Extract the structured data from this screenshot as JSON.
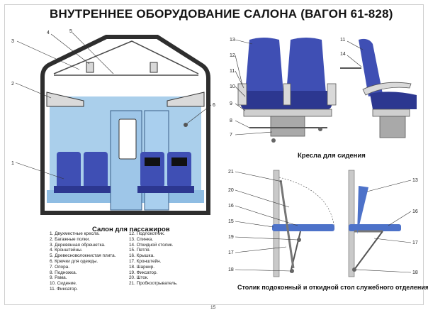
{
  "title": "ВНУТРЕННЕЕ ОБОРУДОВАНИЕ САЛОНА (ВАГОН 61-828)",
  "sections": {
    "salon_caption": "Салон для пассажиров",
    "seats_caption": "Кресла для сидения",
    "tables_caption": "Столик подоконный и откидной стол служебного отделения"
  },
  "legend": {
    "col1": [
      "1. Двухместные кресла.",
      "2. Багажные полки.",
      "3. Деревянная обрешетка.",
      "4. Кронштейны.",
      "5. Древесноволокнистая плита.",
      "6. Крючки для одежды.",
      "7. Опора.",
      "8. Подножка.",
      "9. Рама.",
      "10. Сидение.",
      "11. Фиксатор."
    ],
    "col2": [
      "12. Подлокотник.",
      "13. Спинка.",
      "14. Откидной столик.",
      "15. Петля.",
      "16. Крышка.",
      "17. Кронштейн.",
      "18. Шарнир.",
      "19. Фиксатор.",
      "20. Шток.",
      "21. Пробкоотрыватель."
    ]
  },
  "callouts": {
    "salon": [
      "1",
      "2",
      "3",
      "4",
      "5",
      "6"
    ],
    "seat_front": [
      "13",
      "12",
      "11",
      "10",
      "9",
      "8",
      "7"
    ],
    "seat_side": [
      "11",
      "14"
    ],
    "table_left": [
      "21",
      "20",
      "16",
      "15",
      "19",
      "17",
      "18"
    ],
    "table_right": [
      "13",
      "16",
      "17",
      "18"
    ]
  },
  "page_number": "15",
  "colors": {
    "seat_blue": "#3f4fb4",
    "seat_blue_dark": "#2c3790",
    "wall_blue": "#aacfeb",
    "floor_blue": "#8fbde3",
    "metal_gray": "#a9a9a9",
    "table_blue": "#4d72c9"
  }
}
